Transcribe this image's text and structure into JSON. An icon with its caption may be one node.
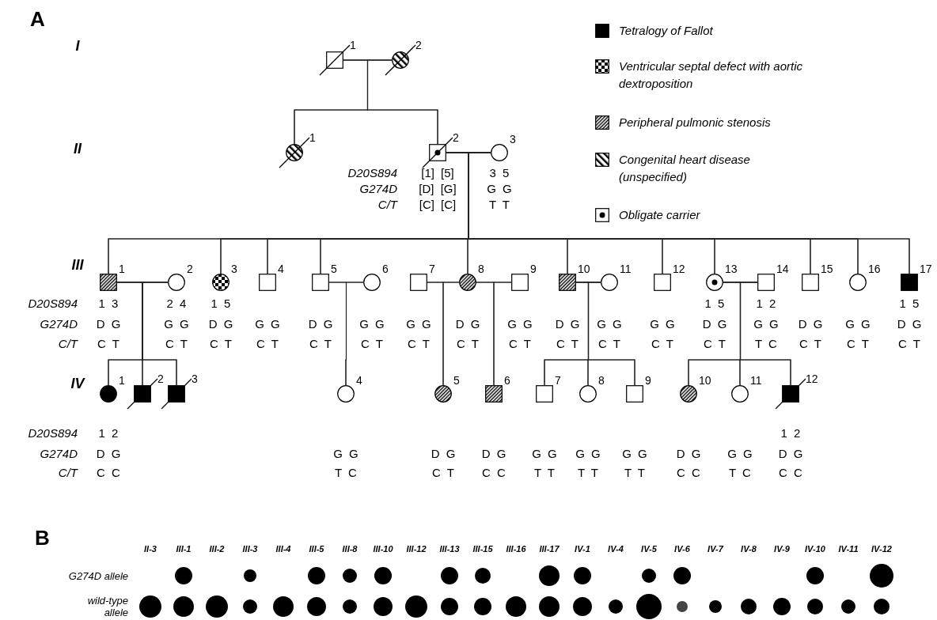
{
  "diagram": {
    "nodes": [
      {
        "text": [],
        "shape": "box",
        "beside": [
          "1"
        ]
      },
      {
        "text": [],
        "shape": "circle",
        "beside": [
          "2"
        ]
      },
      {
        "text": [],
        "shape": "circle",
        "beside": [
          "1"
        ]
      },
      {
        "text": [],
        "shape": "box",
        "beside": [
          "2",
          "[1] [5]",
          "[D] [G]",
          "[C] [C]"
        ]
      },
      {
        "text": [],
        "shape": "circle",
        "beside": [
          "3",
          "3 5",
          "G G",
          "T T"
        ]
      },
      {
        "text": [],
        "shape": "box",
        "beside": [
          "1",
          "1 3",
          "D G",
          "C T"
        ]
      },
      {
        "text": [],
        "shape": "circle",
        "beside": [
          "2",
          "2 4",
          "G G",
          "C T"
        ]
      },
      {
        "text": [],
        "shape": "circle",
        "beside": [
          "3",
          "1 5",
          "D G",
          "C T"
        ]
      },
      {
        "text": [],
        "shape": "box",
        "beside": [
          "4",
          "G G",
          "C T"
        ]
      },
      {
        "text": [],
        "shape": "box",
        "beside": [
          "5",
          "D G",
          "C T"
        ]
      },
      {
        "text": [],
        "shape": "circle",
        "beside": [
          "6",
          "G G",
          "C T"
        ]
      },
      {
        "text": [],
        "shape": "box",
        "beside": [
          "7",
          "G G",
          "C T"
        ]
      },
      {
        "text": [],
        "shape": "circle",
        "beside": [
          "8",
          "D G",
          "C T"
        ]
      },
      {
        "text": [],
        "shape": "box",
        "beside": [
          "9",
          "G G",
          "C T"
        ]
      },
      {
        "text": [],
        "shape": "box",
        "beside": [
          "10",
          "D G",
          "C T"
        ]
      },
      {
        "text": [],
        "shape": "circle",
        "beside": [
          "11",
          "G G",
          "C T"
        ]
      },
      {
        "text": [],
        "shape": "box",
        "beside": [
          "12",
          "G G",
          "C T"
        ]
      },
      {
        "text": [],
        "shape": "circle",
        "beside": [
          "13",
          "1 5",
          "D G",
          "C T"
        ]
      },
      {
        "text": [],
        "shape": "box",
        "beside": [
          "14",
          "1 2",
          "G G",
          "T C"
        ]
      },
      {
        "text": [],
        "shape": "box",
        "beside": [
          "15",
          "D G",
          "C T"
        ]
      },
      {
        "text": [],
        "shape": "circle",
        "beside": [
          "16",
          "G G",
          "C T"
        ]
      },
      {
        "text": [],
        "shape": "box",
        "beside": [
          "17",
          "1 5",
          "D G",
          "C T"
        ]
      },
      {
        "text": [],
        "shape": "circle",
        "beside": [
          "1",
          "1 2",
          "D G",
          "C C"
        ]
      },
      {
        "text": [],
        "shape": "box",
        "beside": [
          "2"
        ]
      },
      {
        "text": [],
        "shape": "box",
        "beside": [
          "3"
        ]
      },
      {
        "text": [],
        "shape": "circle",
        "beside": [
          "4",
          "G G",
          "T C"
        ]
      },
      {
        "text": [],
        "shape": "circle",
        "beside": [
          "5",
          "D G",
          "C T"
        ]
      },
      {
        "text": [],
        "shape": "box",
        "beside": [
          "6",
          "D G",
          "C C"
        ]
      },
      {
        "text": [],
        "shape": "box",
        "beside": [
          "7",
          "G G",
          "T T"
        ]
      },
      {
        "text": [],
        "shape": "circle",
        "beside": [
          "8",
          "G G",
          "T T"
        ]
      },
      {
        "text": [],
        "shape": "box",
        "beside": [
          "9",
          "G G",
          "T T"
        ]
      },
      {
        "text": [],
        "shape": "circle",
        "beside": [
          "10",
          "D G",
          "C C"
        ]
      },
      {
        "text": [],
        "shape": "circle",
        "beside": [
          "11",
          "G G",
          "T C"
        ]
      },
      {
        "text": [],
        "shape": "box",
        "beside": [
          "12",
          "1 2",
          "D G",
          "C C"
        ]
      }
    ],
    "edges": [
      {
        "from": 0,
        "to": 1,
        "arrow": "none"
      },
      {
        "from": 0,
        "to": 2,
        "arrow": "none"
      },
      {
        "from": 1,
        "to": 2,
        "arrow": "none"
      },
      {
        "from": 0,
        "to": 3,
        "arrow": "none"
      },
      {
        "from": 1,
        "to": 3,
        "arrow": "none"
      },
      {
        "from": 3,
        "to": 4,
        "arrow": "none"
      },
      {
        "from": 3,
        "to": 5,
        "arrow": "none"
      },
      {
        "from": 4,
        "to": 5,
        "arrow": "none"
      },
      {
        "from": 3,
        "to": 7,
        "arrow": "none"
      },
      {
        "from": 4,
        "to": 7,
        "arrow": "none"
      },
      {
        "from": 3,
        "to": 8,
        "arrow": "none"
      },
      {
        "from": 4,
        "to": 8,
        "arrow": "none"
      },
      {
        "from": 3,
        "to": 9,
        "arrow": "none"
      },
      {
        "from": 4,
        "to": 9,
        "arrow": "none"
      },
      {
        "from": 3,
        "to": 12,
        "arrow": "none"
      },
      {
        "from": 4,
        "to": 12,
        "arrow": "none"
      },
      {
        "from": 3,
        "to": 14,
        "arrow": "none"
      },
      {
        "from": 4,
        "to": 14,
        "arrow": "none"
      },
      {
        "from": 3,
        "to": 16,
        "arrow": "none"
      },
      {
        "from": 4,
        "to": 16,
        "arrow": "none"
      },
      {
        "from": 3,
        "to": 17,
        "arrow": "none"
      },
      {
        "from": 4,
        "to": 17,
        "arrow": "none"
      },
      {
        "from": 3,
        "to": 19,
        "arrow": "none"
      },
      {
        "from": 4,
        "to": 19,
        "arrow": "none"
      },
      {
        "from": 3,
        "to": 20,
        "arrow": "none"
      },
      {
        "from": 4,
        "to": 20,
        "arrow": "none"
      },
      {
        "from": 3,
        "to": 21,
        "arrow": "none"
      },
      {
        "from": 4,
        "to": 21,
        "arrow": "none"
      },
      {
        "from": 5,
        "to": 6,
        "arrow": "none"
      },
      {
        "from": 5,
        "to": 22,
        "arrow": "none"
      },
      {
        "from": 6,
        "to": 22,
        "arrow": "none"
      },
      {
        "from": 5,
        "to": 23,
        "arrow": "none"
      },
      {
        "from": 6,
        "to": 23,
        "arrow": "none"
      },
      {
        "from": 5,
        "to": 24,
        "arrow": "none"
      },
      {
        "from": 6,
        "to": 24,
        "arrow": "none"
      },
      {
        "from": 9,
        "to": 10,
        "arrow": "none"
      },
      {
        "from": 9,
        "to": 25,
        "arrow": "none"
      },
      {
        "from": 10,
        "to": 25,
        "arrow": "none"
      },
      {
        "from": 11,
        "to": 12,
        "arrow": "none"
      },
      {
        "from": 11,
        "to": 26,
        "arrow": "none"
      },
      {
        "from": 12,
        "to": 26,
        "arrow": "none"
      },
      {
        "from": 12,
        "to": 13,
        "arrow": "none"
      },
      {
        "from": 12,
        "to": 27,
        "arrow": "none"
      },
      {
        "from": 13,
        "to": 27,
        "arrow": "none"
      },
      {
        "from": 14,
        "to": 15,
        "arrow": "none"
      },
      {
        "from": 14,
        "to": 28,
        "arrow": "none"
      },
      {
        "from": 15,
        "to": 28,
        "arrow": "none"
      },
      {
        "from": 14,
        "to": 29,
        "arrow": "none"
      },
      {
        "from": 15,
        "to": 29,
        "arrow": "none"
      },
      {
        "from": 14,
        "to": 30,
        "arrow": "none"
      },
      {
        "from": 15,
        "to": 30,
        "arrow": "none"
      },
      {
        "from": 17,
        "to": 18,
        "arrow": "none"
      },
      {
        "from": 17,
        "to": 31,
        "arrow": "none"
      },
      {
        "from": 18,
        "to": 31,
        "arrow": "none"
      },
      {
        "from": 17,
        "to": 32,
        "arrow": "none"
      },
      {
        "from": 18,
        "to": 32,
        "arrow": "none"
      },
      {
        "from": 17,
        "to": 33,
        "arrow": "none"
      },
      {
        "from": 18,
        "to": 33,
        "arrow": "none"
      }
    ],
    "labels": [
      "A",
      "I",
      "II",
      "D20S894",
      "G274D",
      "C/T",
      "III",
      "D20S894",
      "G274D",
      "C/T",
      "IV",
      "D20S894",
      "G274D",
      "C/T",
      "B",
      "II-3",
      "III-1",
      "III-2",
      "III-3",
      "III-4",
      "III-5",
      "III-8",
      "III-10",
      "III-12",
      "III-13",
      "III-15",
      "III-16",
      "III-17",
      "IV-1",
      "IV-4",
      "IV-5",
      "IV-6",
      "IV-7",
      "IV-8",
      "IV-9",
      "IV-10",
      "IV-11",
      "IV-12",
      "G274D allele",
      "wild-type allele"
    ],
    "legend": [
      {
        "text": "Tetralogy of Fallot"
      },
      {
        "text": "Ventricular septal defect with aortic dextroposition"
      },
      {
        "text": "Peripheral pulmonic stenosis"
      },
      {
        "text": "Congenital heart disease (unspecified)"
      },
      {
        "text": "Obligate carrier"
      }
    ]
  }
}
